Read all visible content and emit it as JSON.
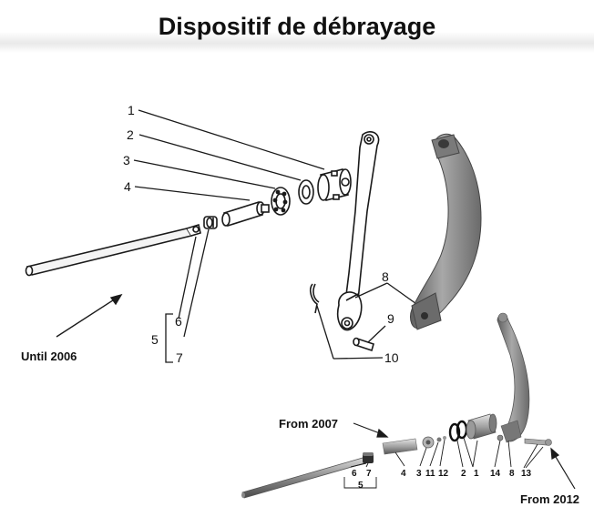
{
  "title": "Dispositif de débrayage",
  "captions": {
    "until": "Until 2006",
    "from2007": "From 2007",
    "from2012": "From 2012"
  },
  "old_labels": {
    "l1": "1",
    "l2": "2",
    "l3": "3",
    "l4": "4",
    "l5": "5",
    "l6": "6",
    "l7": "7",
    "l8": "8",
    "l9": "9",
    "l10": "10"
  },
  "new_labels": {
    "n6": "6",
    "n7": "7",
    "n5": "5",
    "n4": "4",
    "n3": "3",
    "n11": "11",
    "n12": "12",
    "n2": "2",
    "n1": "1",
    "n14": "14",
    "n8": "8",
    "n13": "13"
  },
  "colors": {
    "line": "#1a1a1a",
    "metal_dark": "#6e6e6e",
    "metal_light": "#c9c9c9"
  }
}
